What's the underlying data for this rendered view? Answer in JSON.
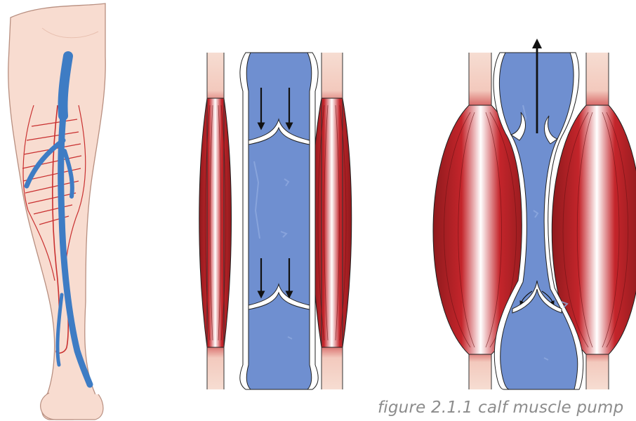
{
  "caption": "figure 2.1.1 calf muscle pump",
  "illustrations": {
    "leg": "leg-with-deep-veins",
    "relaxed": "muscles-relaxed-valves-closed-downward-flow",
    "contracted": "muscles-contracted-vein-compressed-upward-flow"
  },
  "colors": {
    "skin": "#f8dcd0",
    "skin_outline": "#b88f80",
    "vein_blue": "#3e7cc4",
    "blood_fill": "#6f8fd0",
    "muscle_red": "#c4252b",
    "muscle_dark": "#8f1a1d",
    "tendon": "#f5d8cc",
    "artery_red": "#c93030",
    "arrow": "#111111",
    "caption": "#8c8c8c"
  },
  "icons": [
    "down-arrow-icon",
    "up-arrow-icon",
    "valve-icon"
  ]
}
